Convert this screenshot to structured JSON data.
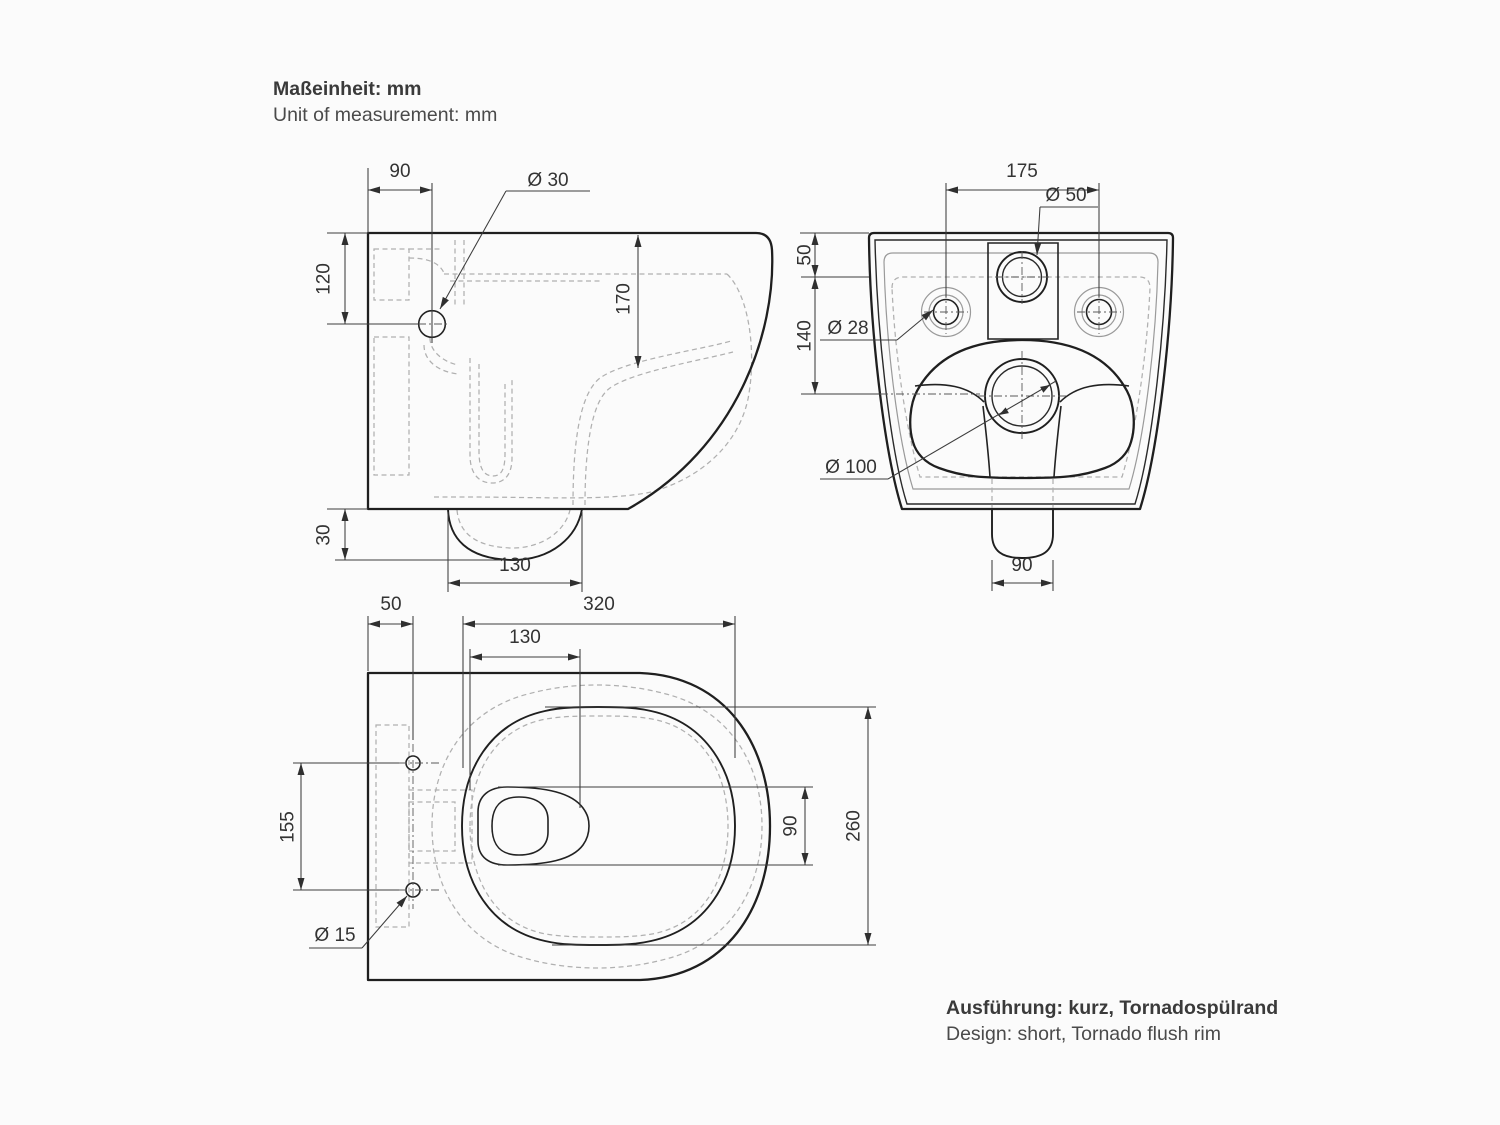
{
  "colors": {
    "background": "#fbfbfb",
    "ink": "#1f1f1f",
    "dimension_lines": "#3c3c3c",
    "gray_solid": "#9a9a9a",
    "gray_dashed": "#b0b0b0",
    "text": "#3a3a3a"
  },
  "header": {
    "de": "Maßeinheit: mm",
    "en": "Unit of measurement: mm"
  },
  "footer": {
    "de": "Ausführung: kurz, Tornadospülrand",
    "en": "Design: short, Tornado flush rim"
  },
  "side_view": {
    "dims": {
      "inlet_offset_x": "90",
      "inlet_diameter": "Ø 30",
      "inlet_offset_y": "120",
      "inner_depth": "170",
      "outlet_height": "30",
      "outlet_length": "130"
    }
  },
  "front_view": {
    "dims": {
      "mounting_hole_spacing": "175",
      "flush_connector_diameter": "Ø 50",
      "rim_to_flush_axis": "50",
      "flush_to_outlet_axis": "140",
      "mounting_hole_diameter": "Ø 28",
      "flush_ring_diameter": "Ø 100",
      "outlet_width": "90"
    }
  },
  "top_view": {
    "dims": {
      "wall_to_fixing_axis": "50",
      "fixing_axis_to_front": "320",
      "rim_to_trap": "130",
      "fixing_hole_spacing": "155",
      "fixing_hole_diameter": "Ø 15",
      "trap_width": "90",
      "inner_bowl_width": "260"
    }
  }
}
